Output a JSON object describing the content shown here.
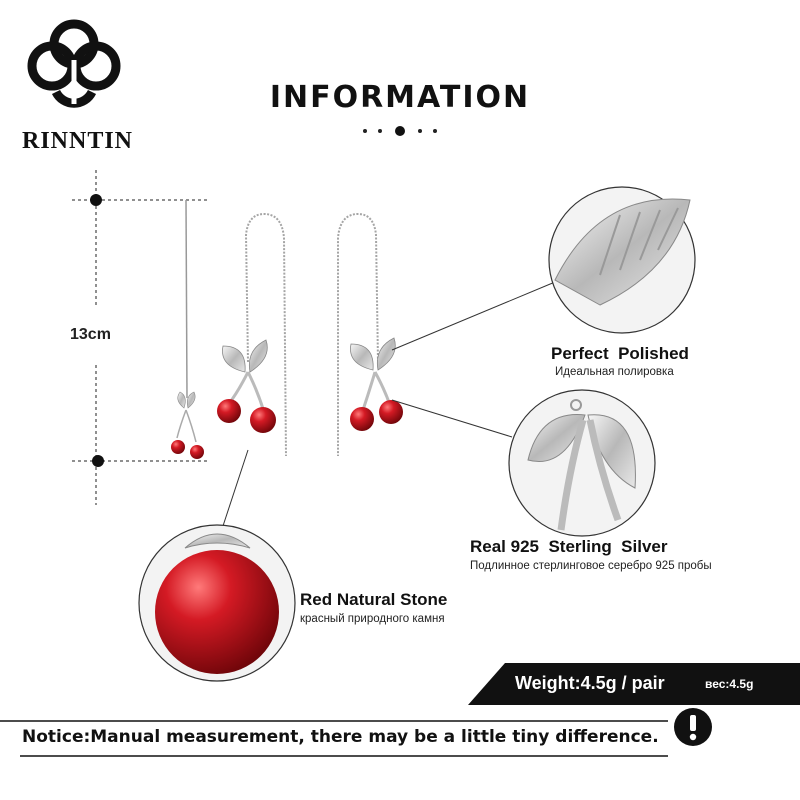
{
  "brand": {
    "name": "RINNTIN",
    "logo_icon": "rinntin-logo-icon"
  },
  "header": {
    "title": "INFORMATION"
  },
  "dimension": {
    "length_label": "13cm"
  },
  "features": [
    {
      "title": "Perfect  Polished",
      "subtitle": "Идеальная полировка",
      "icon": "leaf-closeup-image"
    },
    {
      "title": "Real 925  Sterling  Silver",
      "subtitle": "Подлинное стерлинговое серебро 925 пробы",
      "icon": "silver-leaves-closeup-image"
    },
    {
      "title": "Red Natural Stone",
      "subtitle": "красный природного камня",
      "icon": "red-stone-closeup-image"
    }
  ],
  "weight": {
    "label": "Weight:4.5g / pair",
    "alt_label": "вес:4.5g"
  },
  "notice": {
    "text": "Notice:Manual measurement, there may be a little tiny difference.",
    "icon": "exclamation-icon"
  },
  "colors": {
    "stone_red": "#c0121e",
    "silver": "#c8c8c8",
    "black": "#111111"
  }
}
